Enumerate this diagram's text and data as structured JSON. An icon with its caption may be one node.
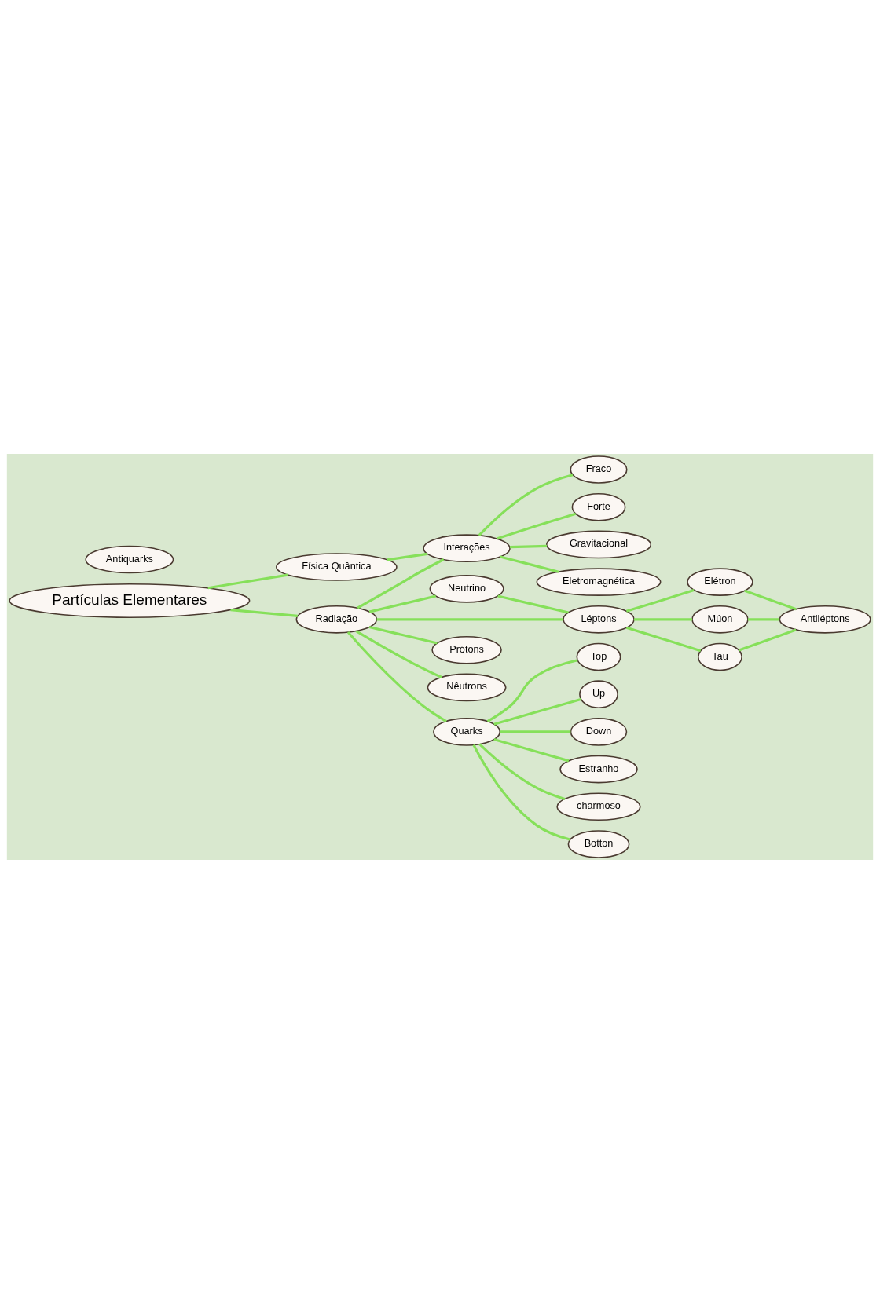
{
  "diagram": {
    "nodes": [
      {
        "text": [
          "Partículas Elementares"
        ]
      },
      {
        "text": [
          "Física Quântica"
        ]
      },
      {
        "text": [
          "Interações"
        ]
      },
      {
        "text": [
          "Fraco"
        ]
      },
      {
        "text": [
          "Forte"
        ]
      },
      {
        "text": [
          "Gravitacional"
        ]
      },
      {
        "text": [
          "Eletromagnética"
        ]
      },
      {
        "text": [
          "Radiação"
        ]
      },
      {
        "text": [
          "Neutrino"
        ]
      },
      {
        "text": [
          "Léptons"
        ]
      },
      {
        "text": [
          "Elétron"
        ]
      },
      {
        "text": [
          "Múon"
        ]
      },
      {
        "text": [
          "Tau"
        ]
      },
      {
        "text": [
          "Antiléptons"
        ]
      },
      {
        "text": [
          "Prótons"
        ]
      },
      {
        "text": [
          "Nêutrons"
        ]
      },
      {
        "text": [
          "Quarks"
        ]
      },
      {
        "text": [
          "Top"
        ]
      },
      {
        "text": [
          "Up"
        ]
      },
      {
        "text": [
          "Down"
        ]
      },
      {
        "text": [
          "Estranho"
        ]
      },
      {
        "text": [
          "charmoso"
        ]
      },
      {
        "text": [
          "Botton"
        ]
      },
      {
        "text": [
          "Antiquarks"
        ]
      }
    ],
    "edges": [
      {
        "from": 0,
        "to": 1,
        "arrow": "none"
      },
      {
        "from": 1,
        "to": 2,
        "arrow": "none"
      },
      {
        "from": 2,
        "to": 3,
        "arrow": "none"
      },
      {
        "from": 2,
        "to": 4,
        "arrow": "none"
      },
      {
        "from": 2,
        "to": 5,
        "arrow": "none"
      },
      {
        "from": 2,
        "to": 6,
        "arrow": "none"
      },
      {
        "from": 0,
        "to": 7,
        "arrow": "none"
      },
      {
        "from": 7,
        "to": 2,
        "arrow": "none"
      },
      {
        "from": 7,
        "to": 8,
        "arrow": "none"
      },
      {
        "from": 7,
        "to": 9,
        "arrow": "none"
      },
      {
        "from": 8,
        "to": 9,
        "arrow": "none"
      },
      {
        "from": 9,
        "to": 10,
        "arrow": "none"
      },
      {
        "from": 9,
        "to": 11,
        "arrow": "none"
      },
      {
        "from": 9,
        "to": 12,
        "arrow": "none"
      },
      {
        "from": 10,
        "to": 13,
        "arrow": "none"
      },
      {
        "from": 11,
        "to": 13,
        "arrow": "none"
      },
      {
        "from": 12,
        "to": 13,
        "arrow": "none"
      },
      {
        "from": 7,
        "to": 14,
        "arrow": "none"
      },
      {
        "from": 7,
        "to": 15,
        "arrow": "none"
      },
      {
        "from": 7,
        "to": 16,
        "arrow": "none"
      },
      {
        "from": 16,
        "to": 17,
        "arrow": "none"
      },
      {
        "from": 16,
        "to": 18,
        "arrow": "none"
      },
      {
        "from": 16,
        "to": 19,
        "arrow": "none"
      },
      {
        "from": 16,
        "to": 20,
        "arrow": "none"
      },
      {
        "from": 16,
        "to": 21,
        "arrow": "none"
      },
      {
        "from": 16,
        "to": 22,
        "arrow": "none"
      }
    ]
  }
}
